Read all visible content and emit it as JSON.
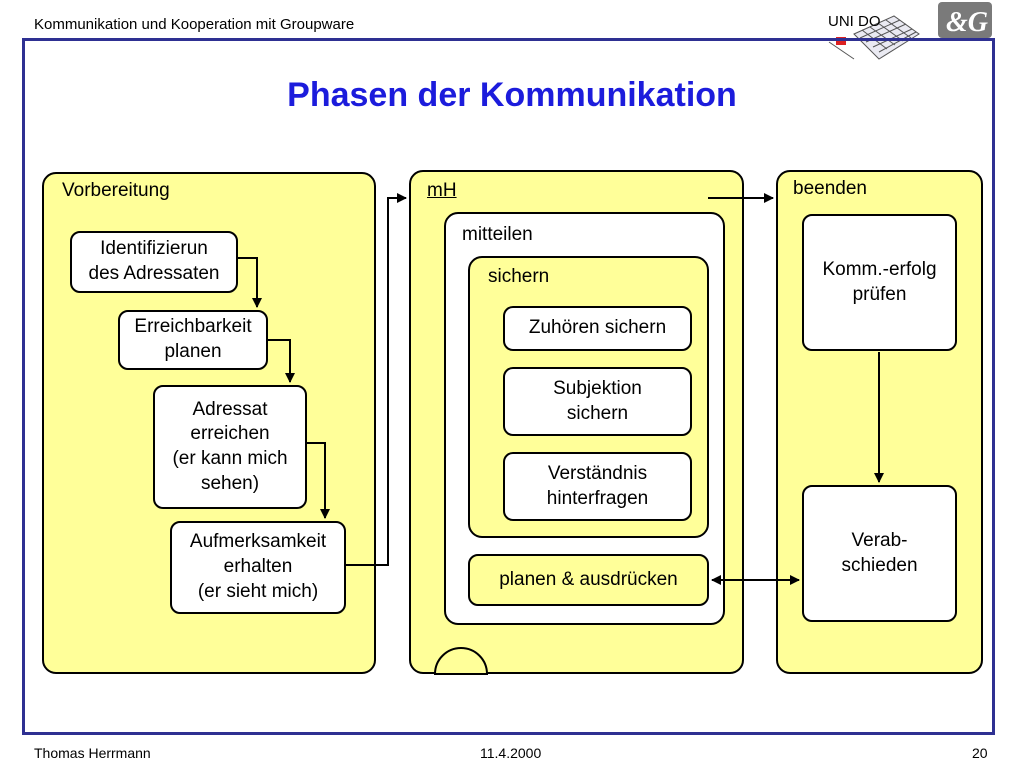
{
  "header": {
    "text": "Kommunikation und Kooperation mit Groupware"
  },
  "logos": {
    "unido": "UNI DO",
    "ig": "&G"
  },
  "title": "Phasen der Kommunikation",
  "vorbereitung": {
    "label": "Vorbereitung",
    "steps": [
      "Identifizierun\ndes Adressaten",
      "Erreichbarkeit\nplanen",
      "Adressat\nerreichen\n(er kann mich\nsehen)",
      "Aufmerksamkeit\nerhalten\n(er sieht mich)"
    ]
  },
  "mh": {
    "label": "mH",
    "mitteilen": {
      "label": "mitteilen",
      "sichern": {
        "label": "sichern",
        "items": [
          "Zuhören sichern",
          "Subjektion\nsichern",
          "Verständnis\nhinterfragen"
        ]
      },
      "planen": "planen & ausdrücken"
    }
  },
  "beenden": {
    "label": "beenden",
    "steps": [
      "Komm.-erfolg\nprüfen",
      "Verab-\nschieden"
    ]
  },
  "footer": {
    "author": "Thomas Herrmann",
    "date": "11.4.2000",
    "page": "20"
  }
}
